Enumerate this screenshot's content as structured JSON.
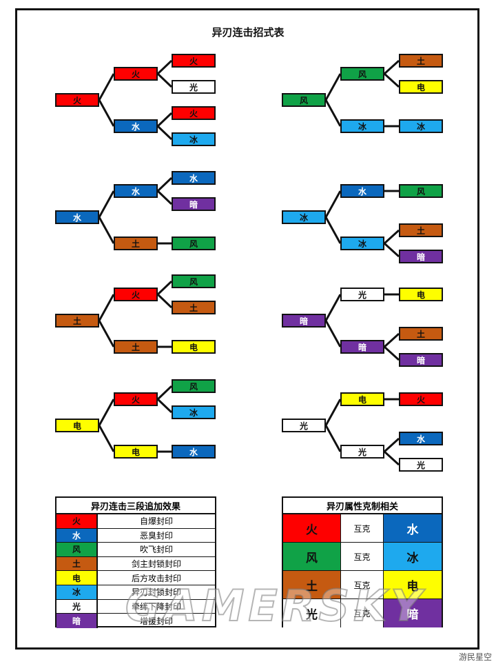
{
  "title": "异刃连击招式表",
  "colors": {
    "火": "#fe0000",
    "水": "#0b68bd",
    "风": "#10a247",
    "土": "#c55a11",
    "电": "#fefe00",
    "冰": "#1ea9ee",
    "光": "#ffffff",
    "暗": "#7030a0"
  },
  "trees": [
    {
      "root": "火",
      "branches": [
        {
          "node": "火",
          "leaves": [
            "火",
            "光"
          ]
        },
        {
          "node": "水",
          "leaves": [
            "火",
            "冰"
          ]
        }
      ]
    },
    {
      "root": "风",
      "branches": [
        {
          "node": "风",
          "leaves": [
            "土",
            "电"
          ]
        },
        {
          "node": "冰",
          "leaves": [
            "冰"
          ]
        }
      ]
    },
    {
      "root": "水",
      "branches": [
        {
          "node": "水",
          "leaves": [
            "水",
            "暗"
          ]
        },
        {
          "node": "土",
          "leaves": [
            "风"
          ]
        }
      ]
    },
    {
      "root": "冰",
      "branches": [
        {
          "node": "水",
          "leaves": [
            "风"
          ]
        },
        {
          "node": "冰",
          "leaves": [
            "土",
            "暗"
          ]
        }
      ]
    },
    {
      "root": "土",
      "branches": [
        {
          "node": "火",
          "leaves": [
            "风",
            "土"
          ]
        },
        {
          "node": "土",
          "leaves": [
            "电"
          ]
        }
      ]
    },
    {
      "root": "暗",
      "branches": [
        {
          "node": "光",
          "leaves": [
            "电"
          ]
        },
        {
          "node": "暗",
          "leaves": [
            "土",
            "暗"
          ]
        }
      ]
    },
    {
      "root": "电",
      "branches": [
        {
          "node": "火",
          "leaves": [
            "风",
            "冰"
          ]
        },
        {
          "node": "电",
          "leaves": [
            "水"
          ]
        }
      ]
    },
    {
      "root": "光",
      "branches": [
        {
          "node": "电",
          "leaves": [
            "火"
          ]
        },
        {
          "node": "光",
          "leaves": [
            "水",
            "光"
          ]
        }
      ]
    }
  ],
  "effects_table": {
    "title": "异刃连击三段追加效果",
    "rows": [
      {
        "element": "火",
        "effect": "自爆封印"
      },
      {
        "element": "水",
        "effect": "恶臭封印"
      },
      {
        "element": "风",
        "effect": "吹飞封印"
      },
      {
        "element": "土",
        "effect": "剑主封锁封印"
      },
      {
        "element": "电",
        "effect": "后方攻击封印"
      },
      {
        "element": "冰",
        "effect": "异刃封锁封印"
      },
      {
        "element": "光",
        "effect": "牵绊下降封印"
      },
      {
        "element": "暗",
        "effect": "增援封印"
      }
    ]
  },
  "matchup_table": {
    "title": "异刃属性克制相关",
    "rows": [
      {
        "left": "火",
        "middle": "互克",
        "right": "水"
      },
      {
        "left": "风",
        "middle": "互克",
        "right": "冰"
      },
      {
        "left": "土",
        "middle": "互克",
        "right": "电"
      },
      {
        "left": "光",
        "middle": "互克",
        "right": "暗"
      }
    ]
  },
  "watermark": "GAMERSKY",
  "corner_mark": "游民星空"
}
